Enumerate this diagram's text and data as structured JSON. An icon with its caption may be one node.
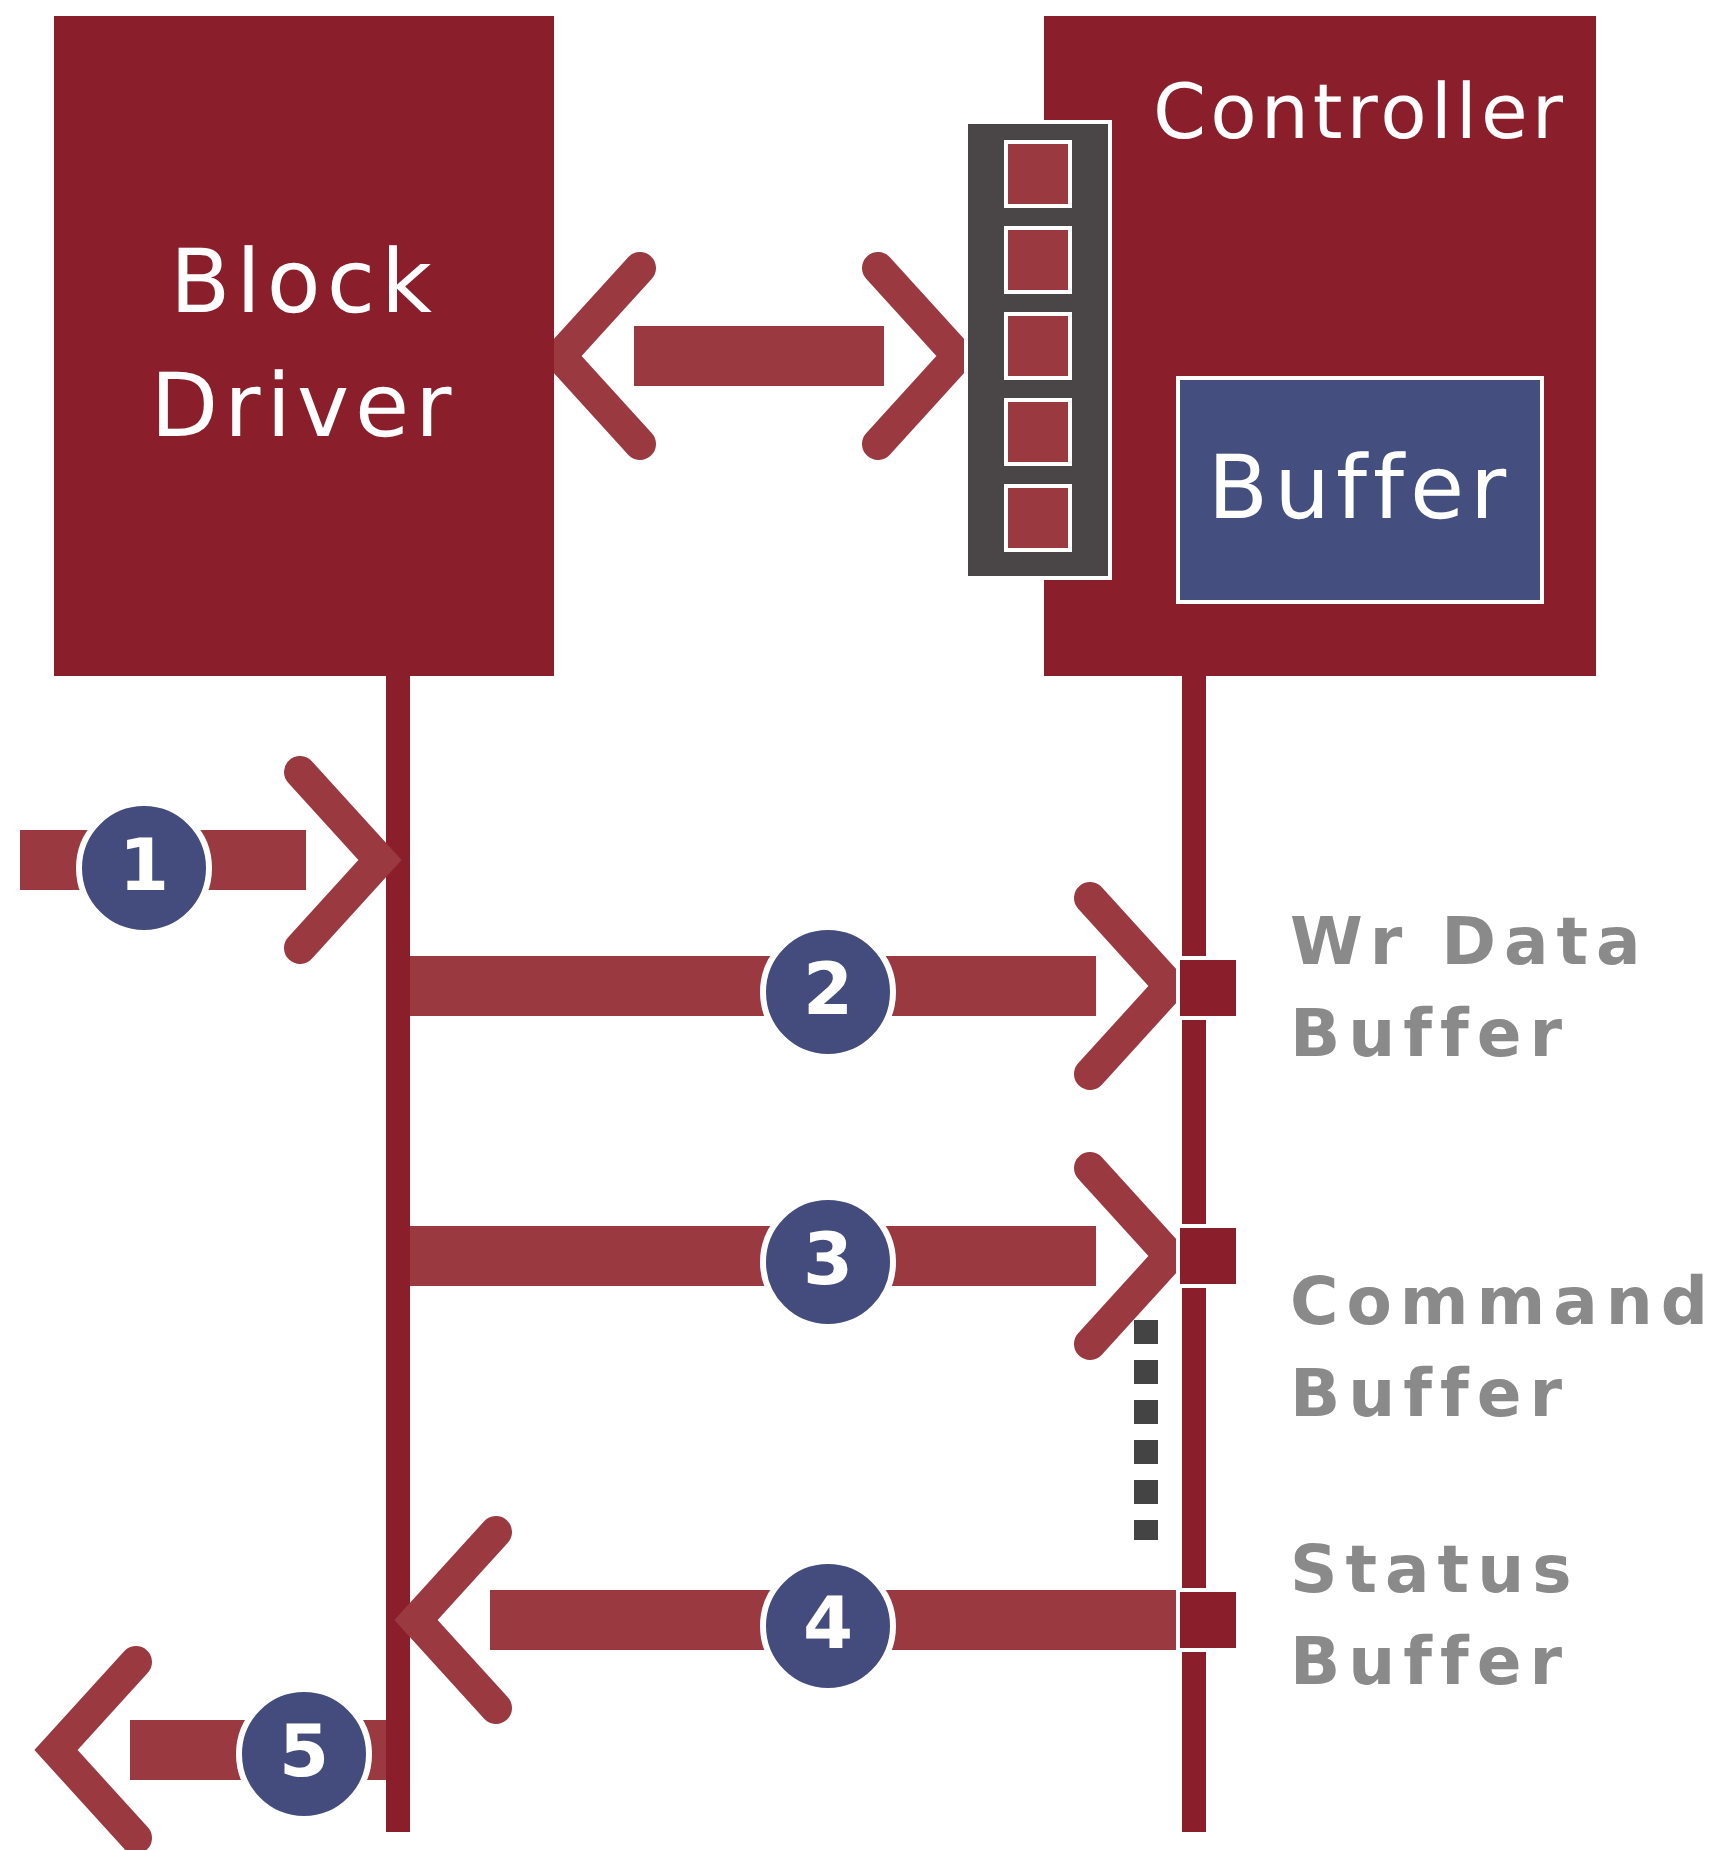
{
  "diagram": {
    "nodes": [
      {
        "text": [
          "Block Driver"
        ]
      },
      {
        "text": [
          "Controller"
        ]
      },
      {
        "text": [
          "Buffer"
        ],
        "in": 1
      },
      {
        "text": [],
        "shape": "box"
      },
      {
        "text": [],
        "shape": "box",
        "beside": [
          "Wr Data Buffer"
        ]
      },
      {
        "text": [],
        "shape": "box",
        "beside": [
          "Command Buffer"
        ]
      },
      {
        "text": [],
        "shape": "box",
        "beside": [
          "Status Buffer"
        ]
      },
      {
        "text": [],
        "shape": "bar"
      }
    ],
    "edges": [
      {
        "from": 0,
        "to": 3,
        "arrow": "both"
      },
      {
        "from": null,
        "to": 7,
        "arrow": "to",
        "label": "1"
      },
      {
        "from": 7,
        "to": 4,
        "arrow": "to",
        "label": "2"
      },
      {
        "from": 7,
        "to": 5,
        "arrow": "to",
        "label": "3"
      },
      {
        "from": 6,
        "to": 7,
        "arrow": "to",
        "label": "4"
      },
      {
        "from": 7,
        "to": null,
        "arrow": "to",
        "label": "5"
      }
    ]
  }
}
